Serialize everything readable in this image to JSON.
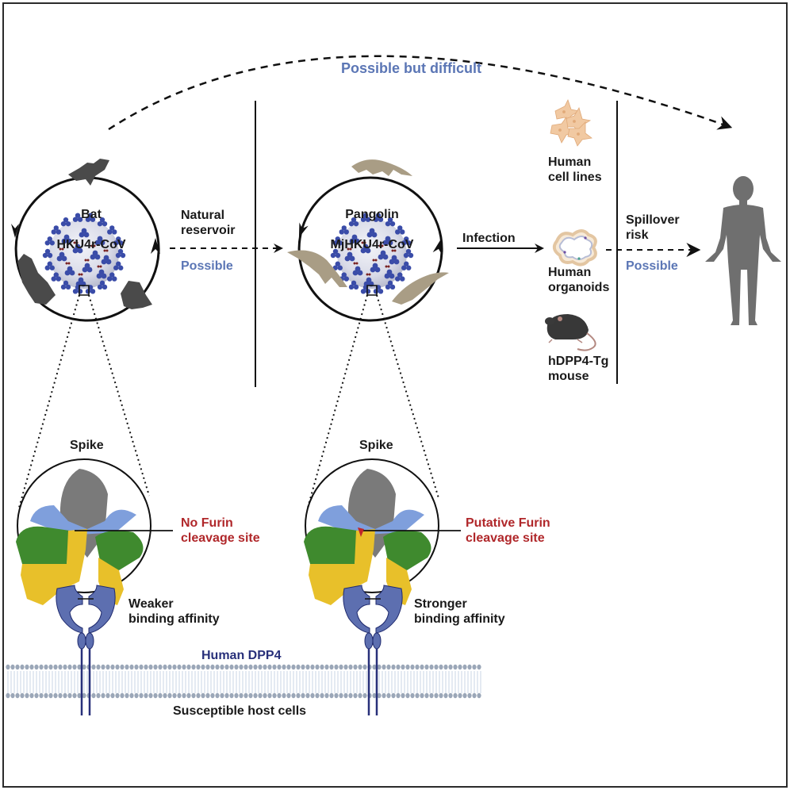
{
  "title_arc": {
    "label": "Possible but difficult"
  },
  "stage_bat": {
    "host": "Bat",
    "virus": "HKU4r-CoV",
    "transition_label": "Natural\nreservoir",
    "transition_status": "Possible"
  },
  "stage_pangolin": {
    "host": "Pangolin",
    "virus": "MjHKU4r-CoV",
    "transition_label": "Infection"
  },
  "models": {
    "items": [
      {
        "label": "Human\ncell lines",
        "icon": "cell-lines-icon"
      },
      {
        "label": "Human\norganoids",
        "icon": "organoid-icon"
      },
      {
        "label": "hDPP4-Tg\nmouse",
        "icon": "mouse-icon"
      }
    ]
  },
  "spillover": {
    "label": "Spillover\nrisk",
    "status": "Possible",
    "target_icon": "human-figure-icon"
  },
  "spike_left": {
    "title": "Spike",
    "furin_label": "No Furin\ncleavage site",
    "binding_label": "Weaker\nbinding affinity"
  },
  "spike_right": {
    "title": "Spike",
    "furin_label": "Putative Furin\ncleavage site",
    "binding_label": "Stronger\nbinding affinity"
  },
  "membrane": {
    "receptor_label": "Human DPP4",
    "cell_label": "Susceptible host cells"
  },
  "colors": {
    "status_blue": "#5b76b5",
    "furin_red": "#b0272a",
    "dpp4_navy": "#28307a",
    "receptor_fill": "#5d6fb0",
    "spike_gray": "#7a7a7a",
    "spike_light_blue": "#7f9fdc",
    "spike_green": "#3f8a2e",
    "spike_yellow": "#e8c02a",
    "virus_blue": "#3a4ca8",
    "bat_gray": "#4a4a4a",
    "pangolin_tan": "#a99d85",
    "human_gray": "#6f6f6f"
  }
}
